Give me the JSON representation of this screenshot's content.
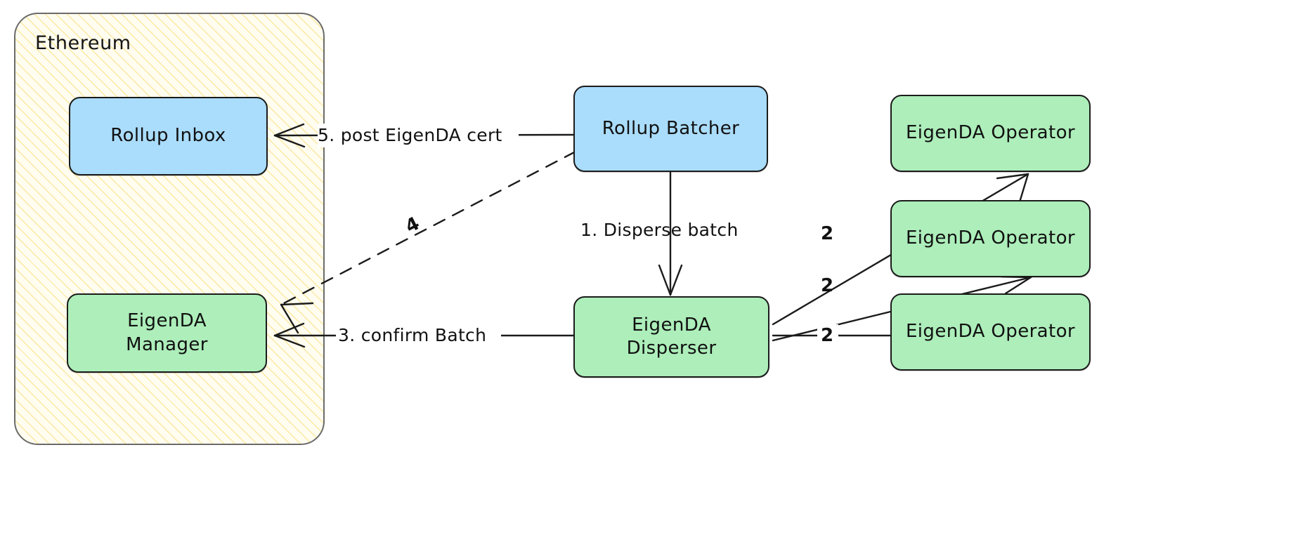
{
  "diagram": {
    "title": "EigenDA rollup data availability flow",
    "cluster": {
      "label": "Ethereum",
      "fill": "#fffdf0",
      "hatch_color": "#fad764",
      "border": "#6b6b6b"
    },
    "colors": {
      "blue_node": "#aadcfb",
      "green_node": "#adeeba",
      "stroke": "#1b1b1b",
      "background": "#ffffff"
    },
    "nodes": [
      {
        "id": "rollup-inbox",
        "label": "Rollup Inbox",
        "color": "blue",
        "inside_cluster": true
      },
      {
        "id": "eigenda-manager",
        "label": "EigenDA\nManager",
        "color": "green",
        "inside_cluster": true
      },
      {
        "id": "rollup-batcher",
        "label": "Rollup Batcher",
        "color": "blue",
        "inside_cluster": false
      },
      {
        "id": "eigenda-disperser",
        "label": "EigenDA\nDisperser",
        "color": "green",
        "inside_cluster": false
      },
      {
        "id": "eigenda-operator-1",
        "label": "EigenDA Operator",
        "color": "green",
        "inside_cluster": false
      },
      {
        "id": "eigenda-operator-2",
        "label": "EigenDA Operator",
        "color": "green",
        "inside_cluster": false
      },
      {
        "id": "eigenda-operator-3",
        "label": "EigenDA Operator",
        "color": "green",
        "inside_cluster": false
      }
    ],
    "edges": [
      {
        "id": "edge-batcher-to-inbox",
        "label": "5. post EigenDA cert",
        "from": "rollup-batcher",
        "to": "rollup-inbox",
        "style": "solid"
      },
      {
        "id": "edge-batcher-to-manager",
        "label": "4",
        "from": "rollup-batcher",
        "to": "eigenda-manager",
        "style": "dashed"
      },
      {
        "id": "edge-disperser-to-manager",
        "label": "3. confirm Batch",
        "from": "eigenda-disperser",
        "to": "eigenda-manager",
        "style": "solid"
      },
      {
        "id": "edge-batcher-to-disperser",
        "label": "1. Disperse batch",
        "from": "rollup-batcher",
        "to": "eigenda-disperser",
        "style": "solid"
      },
      {
        "id": "edge-disperser-to-operator-1",
        "label": "2",
        "from": "eigenda-disperser",
        "to": "eigenda-operator-1",
        "style": "solid"
      },
      {
        "id": "edge-disperser-to-operator-2",
        "label": "2",
        "from": "eigenda-disperser",
        "to": "eigenda-operator-2",
        "style": "solid"
      },
      {
        "id": "edge-disperser-to-operator-3",
        "label": "2",
        "from": "eigenda-disperser",
        "to": "eigenda-operator-3",
        "style": "solid"
      }
    ]
  }
}
